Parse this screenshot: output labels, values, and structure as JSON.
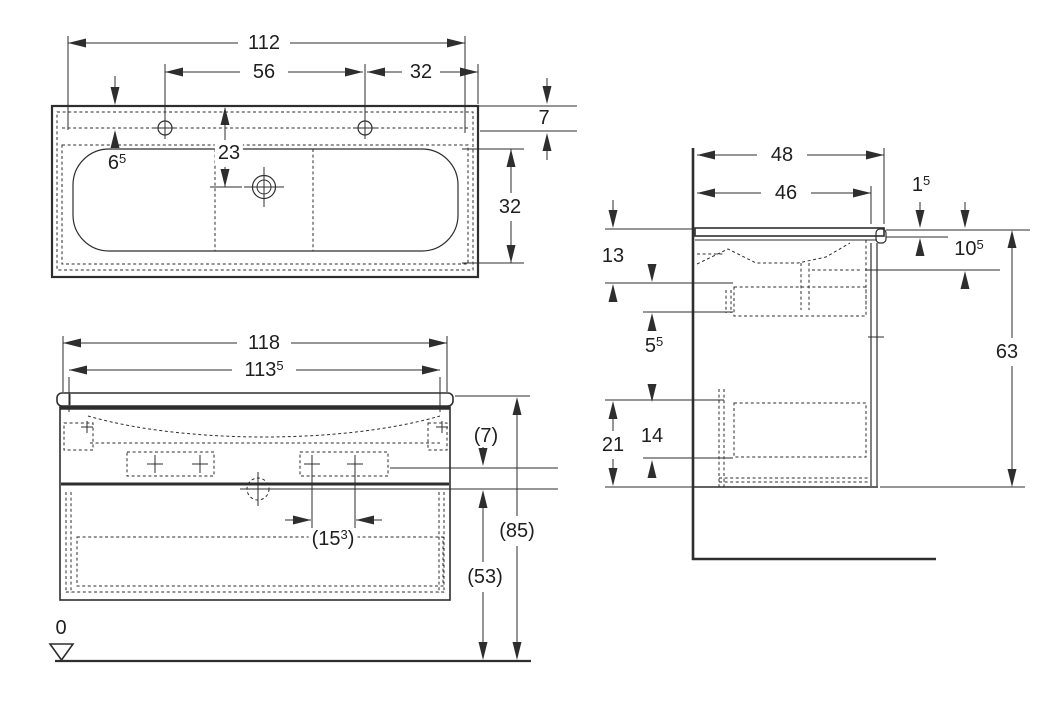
{
  "drawing": {
    "kind": "technical dimension drawing",
    "subject": "wall-hung double washbasin with two-drawer cabinet, three views",
    "line_color": "#2e2e2e",
    "background": "#ffffff",
    "datum_symbol": "open triangle at floor level"
  },
  "dimensions": {
    "top_view": {
      "overall_width": "112",
      "tap_hole_spacing": "56",
      "tap_hole_to_edge": "32",
      "front_edge_to_tap_line": "7",
      "edge_to_tap_line_left": {
        "base": "6",
        "sup": "5"
      },
      "edge_to_drain": "23",
      "basin_inner_depth": "32"
    },
    "front_view": {
      "cabinet_width": "118",
      "inner_width": {
        "base": "113",
        "sup": "5"
      },
      "bracket_to_drain": "(7)",
      "drain_spacing": {
        "base": "(15",
        "sup": "3",
        "tail": ")"
      },
      "height_overall": "(85)",
      "drain_height": "(53)",
      "datum_zero": "0"
    },
    "side_view": {
      "overall_depth": "48",
      "cabinet_depth": "46",
      "front_lip": {
        "base": "1",
        "sup": "5"
      },
      "top_to_bowl_bottom": "13",
      "bowl_inner_height": {
        "base": "10",
        "sup": "5"
      },
      "gap_below_bowl": {
        "base": "5",
        "sup": "5"
      },
      "cabinet_height": "63",
      "lower_zone_height": "21",
      "lower_drawer_front": "14"
    }
  }
}
